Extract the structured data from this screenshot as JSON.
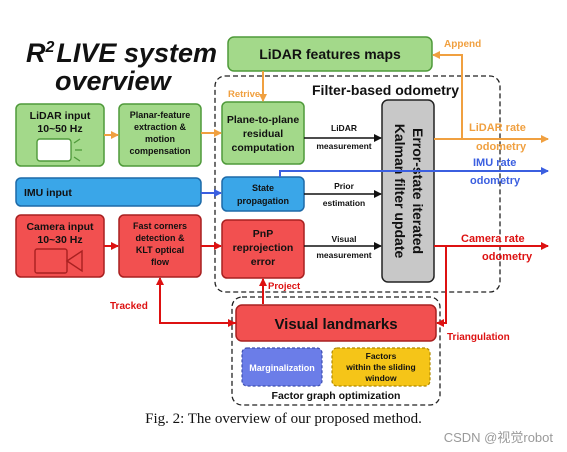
{
  "title": {
    "prefix": "R",
    "sup": "2",
    "rest": "LIVE system",
    "line2": "overview"
  },
  "boxes": {
    "lidar_maps": "LiDAR features maps",
    "filter_odometry": "Filter-based odometry",
    "lidar_input": [
      "LiDAR input",
      "10~50 Hz"
    ],
    "planar": [
      "Planar-feature",
      "extraction &",
      "motion",
      "compensation"
    ],
    "plane_residual": [
      "Plane-to-plane",
      "residual",
      "computation"
    ],
    "imu_input": "IMU input",
    "state_prop": [
      "State",
      "propagation"
    ],
    "camera_input": [
      "Camera input",
      "10~30 Hz"
    ],
    "fast_corners": [
      "Fast corners",
      "detection &",
      "KLT optical",
      "flow"
    ],
    "pnp": [
      "PnP",
      "reprojection",
      "error"
    ],
    "eskf": [
      "Error-state iterated",
      "Kalman filter update"
    ],
    "visual_landmarks": "Visual landmarks",
    "marginalization": "Marginalization",
    "factors": [
      "Factors",
      "within the sliding",
      "window"
    ],
    "factor_graph": "Factor graph optimization"
  },
  "labels": {
    "append": "Append",
    "retrive": "Retrive",
    "lidar_meas": [
      "LiDAR",
      "measurement"
    ],
    "prior_est": [
      "Prior",
      "estimation"
    ],
    "visual_meas": [
      "Visual",
      "measurement"
    ],
    "lidar_rate": [
      "LiDAR rate",
      "odometry"
    ],
    "imu_rate": [
      "IMU rate",
      "odometry"
    ],
    "camera_rate": [
      "Camera rate",
      "odometry"
    ],
    "project": "Project",
    "tracked": "Tracked",
    "triangulation": "Triangulation"
  },
  "colors": {
    "green": "#a3d98a",
    "green_border": "#4f9a3a",
    "blue": "#3aa6e8",
    "blue_border": "#1d6aa8",
    "red": "#f25050",
    "red_border": "#a82020",
    "gray": "#c8c8c8",
    "purple": "#6b7de8",
    "yellow": "#f5c518",
    "orange": "#f0a040",
    "imu_arrow": "#3b5fe0",
    "cam_arrow": "#dd1111"
  },
  "caption": "Fig. 2:  The overview of our proposed method.",
  "watermark": "CSDN @视觉robot"
}
